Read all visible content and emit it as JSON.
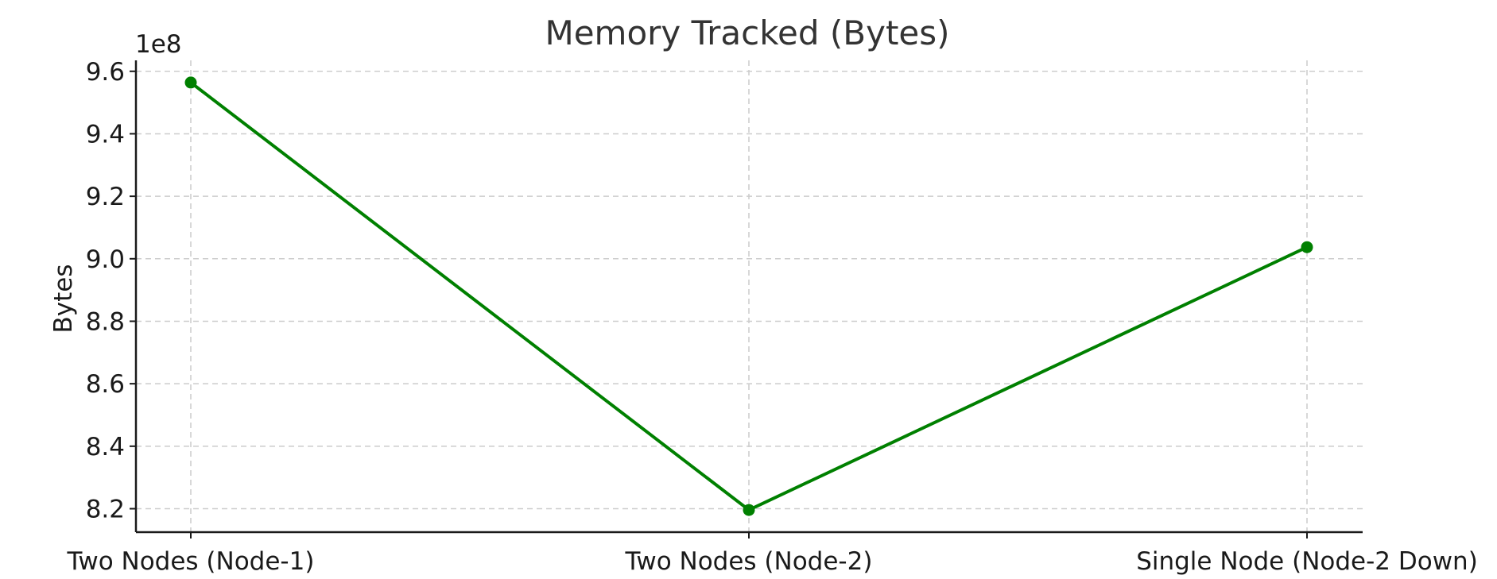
{
  "chart_data": {
    "type": "line",
    "title": "Memory Tracked (Bytes)",
    "xlabel": "",
    "ylabel": "Bytes",
    "y_offset_label": "1e8",
    "categories": [
      "Two Nodes (Node-1)",
      "Two Nodes (Node-2)",
      "Single Node (Node-2 Down)"
    ],
    "series": [
      {
        "values": [
          956400000,
          819600000,
          903700000
        ],
        "color": "#008000",
        "marker": "circle"
      }
    ],
    "yticks": [
      820000000,
      840000000,
      860000000,
      880000000,
      900000000,
      920000000,
      940000000,
      960000000
    ],
    "ytick_labels": [
      "8.2",
      "8.4",
      "8.6",
      "8.8",
      "9.0",
      "9.2",
      "9.4",
      "9.6"
    ],
    "ylim": [
      812500000,
      963500000
    ],
    "grid": true
  }
}
